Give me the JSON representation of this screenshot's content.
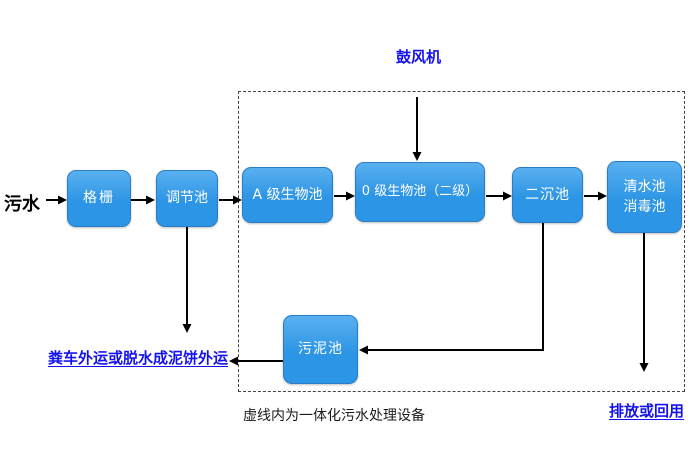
{
  "diagram": {
    "influent_label": "污水",
    "blower_label": "鼓风机",
    "boxes": {
      "grid_screen": "格栅",
      "regulating_tank": "调节池",
      "a_bio_tank": "A 级生物池",
      "o_bio_tank": "0 级生物池（二级）",
      "secondary_sedimentation_tank": "二沉池",
      "clear_water_tank_line1": "清水池",
      "clear_water_tank_line2": "消毒池",
      "sludge_tank": "污泥池"
    },
    "labels": {
      "sludge_disposal": "粪车外运或脱水成泥饼外运",
      "discharge_or_reuse": "排放或回用",
      "boundary_caption": "虚线内为一体化污水处理设备"
    },
    "colors": {
      "box_fill_top": "#59b0f0",
      "box_fill_bottom": "#2d95e5",
      "box_border": "#2a7cc4",
      "box_text": "#ffffff",
      "accent_text": "#1412ee",
      "line": "#000000",
      "caption_text": "#1a1a1a",
      "background": "#ffffff"
    }
  }
}
